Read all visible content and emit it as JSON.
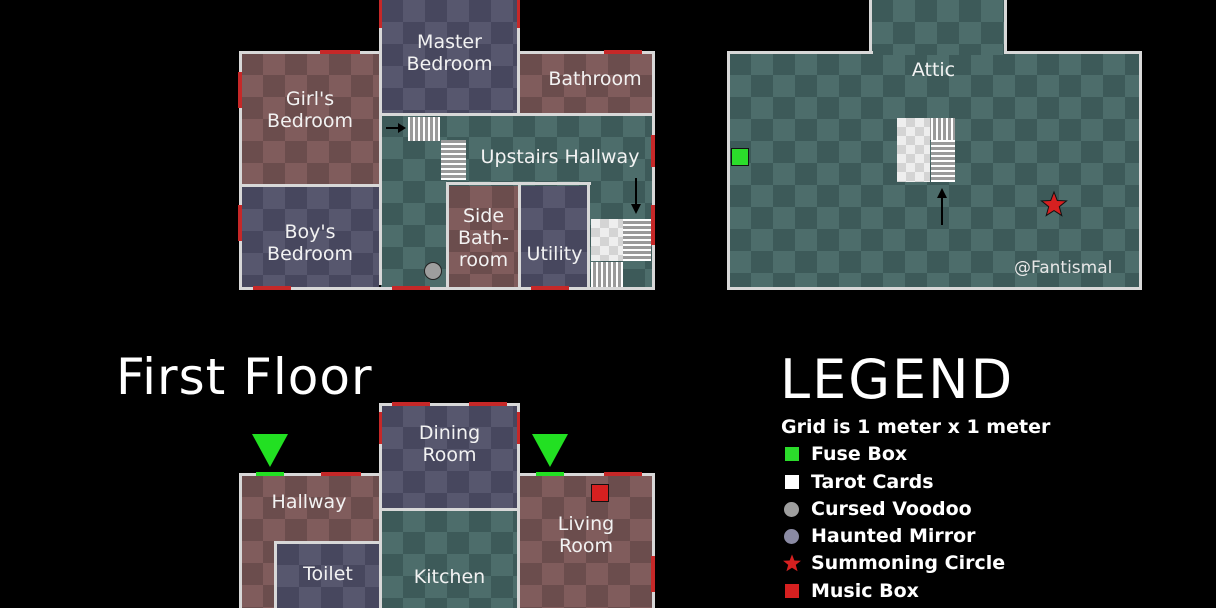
{
  "colors": {
    "background": "#000000",
    "wall": "#d8d8d8",
    "door": "#c62828",
    "fuse_box": "#2bdc2b",
    "tarot_cards": "#ffffff",
    "cursed_voodoo": "#9e9e9e",
    "haunted_mirror": "#8a8aa3",
    "summoning_circle": "#d62020",
    "music_box": "#d62020",
    "entrance_marker": "#22e022"
  },
  "upstairs": {
    "rooms": {
      "master_bedroom": "Master\nBedroom",
      "bathroom": "Bathroom",
      "girls_bedroom": "Girl's\nBedroom",
      "upstairs_hallway": "Upstairs Hallway",
      "boys_bedroom": "Boy's\nBedroom",
      "side_bathroom": "Side\nBath-\nroom",
      "utility": "Utility"
    },
    "items": [
      {
        "type": "cursed-voodoo",
        "room": "upstairs_hallway"
      }
    ]
  },
  "attic": {
    "room": "Attic",
    "items": [
      {
        "type": "fuse-box",
        "room": "attic"
      },
      {
        "type": "summoning-circle",
        "room": "attic"
      }
    ],
    "credit": "@Fantismal"
  },
  "first_floor": {
    "title": "First Floor",
    "rooms": {
      "dining_room": "Dining\nRoom",
      "hallway": "Hallway",
      "living_room": "Living\nRoom",
      "toilet": "Toilet",
      "kitchen": "Kitchen"
    },
    "items": [
      {
        "type": "music-box",
        "room": "living_room"
      }
    ],
    "entrances": [
      "hallway",
      "living_room"
    ]
  },
  "legend": {
    "title": "LEGEND",
    "grid_note": "Grid is 1 meter x 1 meter",
    "items": [
      {
        "label": "Fuse Box",
        "symbol": "square",
        "color": "#2bdc2b"
      },
      {
        "label": "Tarot Cards",
        "symbol": "square",
        "color": "#ffffff"
      },
      {
        "label": "Cursed Voodoo",
        "symbol": "circle",
        "color": "#9e9e9e"
      },
      {
        "label": "Haunted Mirror",
        "symbol": "circle",
        "color": "#8a8aa3"
      },
      {
        "label": "Summoning Circle",
        "symbol": "star",
        "color": "#d62020"
      },
      {
        "label": "Music Box",
        "symbol": "square",
        "color": "#d62020"
      }
    ]
  }
}
